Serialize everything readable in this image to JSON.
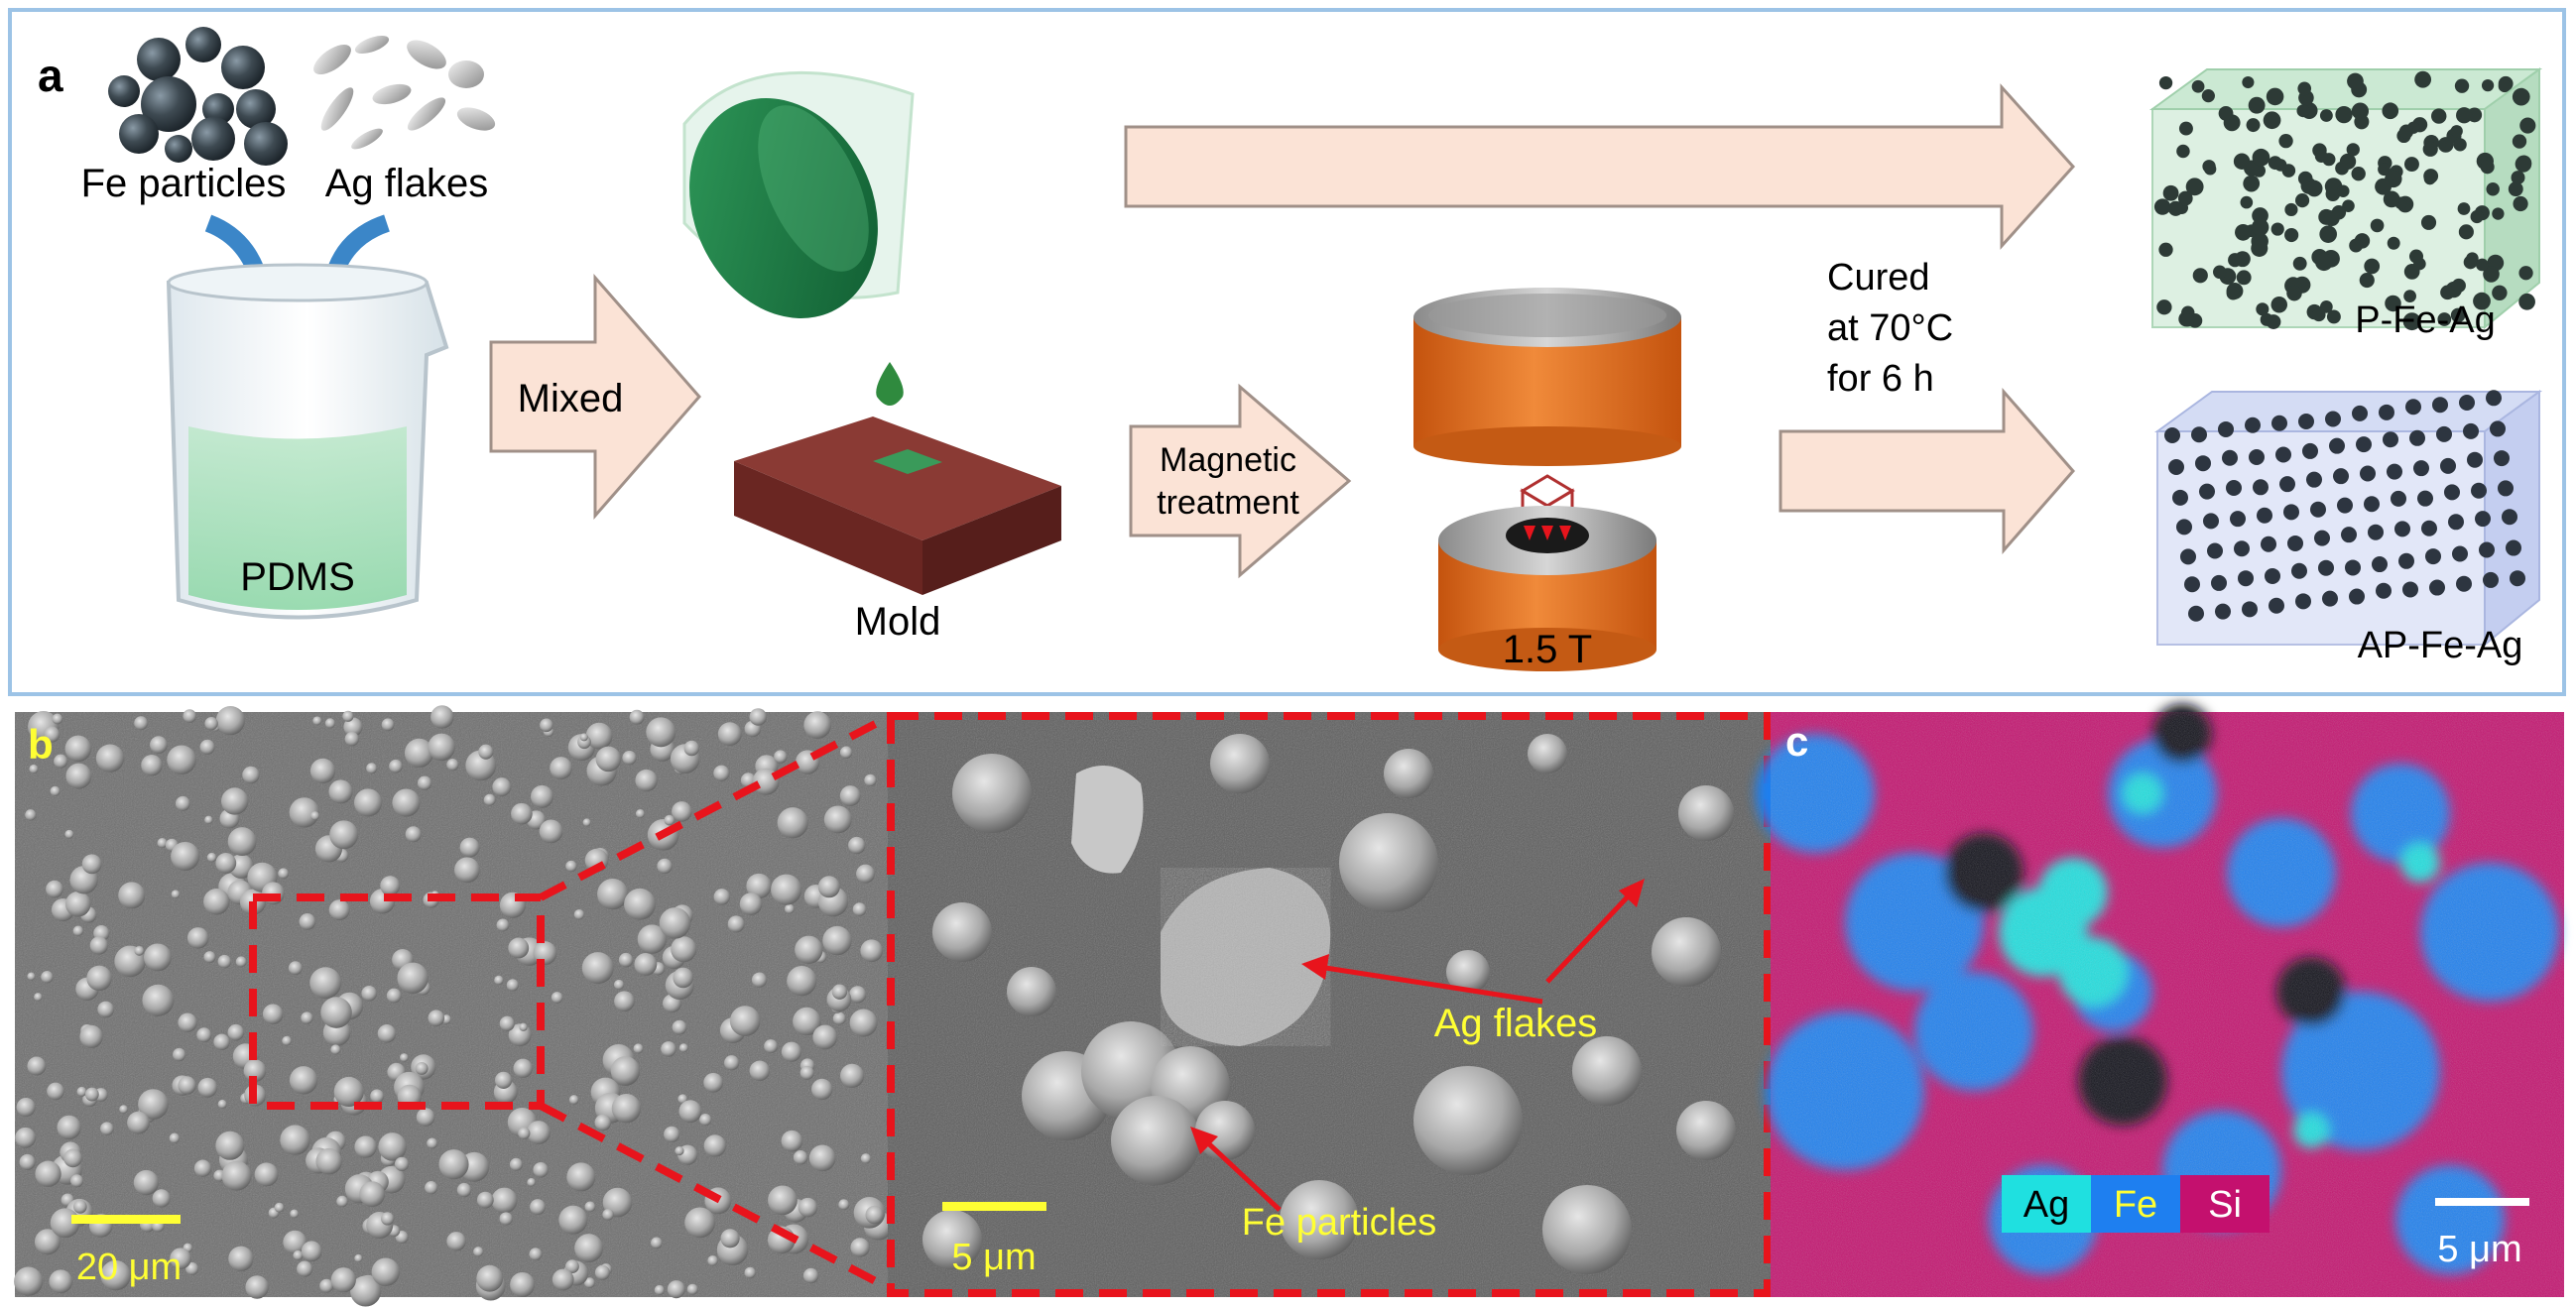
{
  "panel_a": {
    "letter": "a",
    "fe_label": "Fe particles",
    "ag_label": "Ag flakes",
    "beaker_label": "PDMS",
    "mixed_label": "Mixed",
    "mold_label": "Mold",
    "magnetic_label_1": "Magnetic",
    "magnetic_label_2": "treatment",
    "field_label": "1.5 T",
    "cured_1": "Cured",
    "cured_2": "at 70°C",
    "cured_3": "for 6 h",
    "result_top": "P-Fe-Ag",
    "result_bottom": "AP-Fe-Ag"
  },
  "panel_b": {
    "letter": "b",
    "scale_left": "20 μm",
    "scale_right": "5 μm",
    "ag_annotation": "Ag flakes",
    "fe_annotation": "Fe particles"
  },
  "panel_c": {
    "letter": "c",
    "legend": [
      "Ag",
      "Fe",
      "Si"
    ],
    "scale": "5 μm"
  },
  "colors": {
    "frame_blue": "#9cc3e6",
    "arrow_fill": "#fbe3d6",
    "arrow_edge": "#a09088",
    "magnet_orange": "#e86a1a",
    "mold_red": "#7a2e2a",
    "annotation_yellow": "#ffff33",
    "annotation_red": "#e8141c",
    "ag_cyan": "#1fe0e0",
    "fe_blue": "#1e7ff0",
    "si_magenta": "#c4106e"
  }
}
